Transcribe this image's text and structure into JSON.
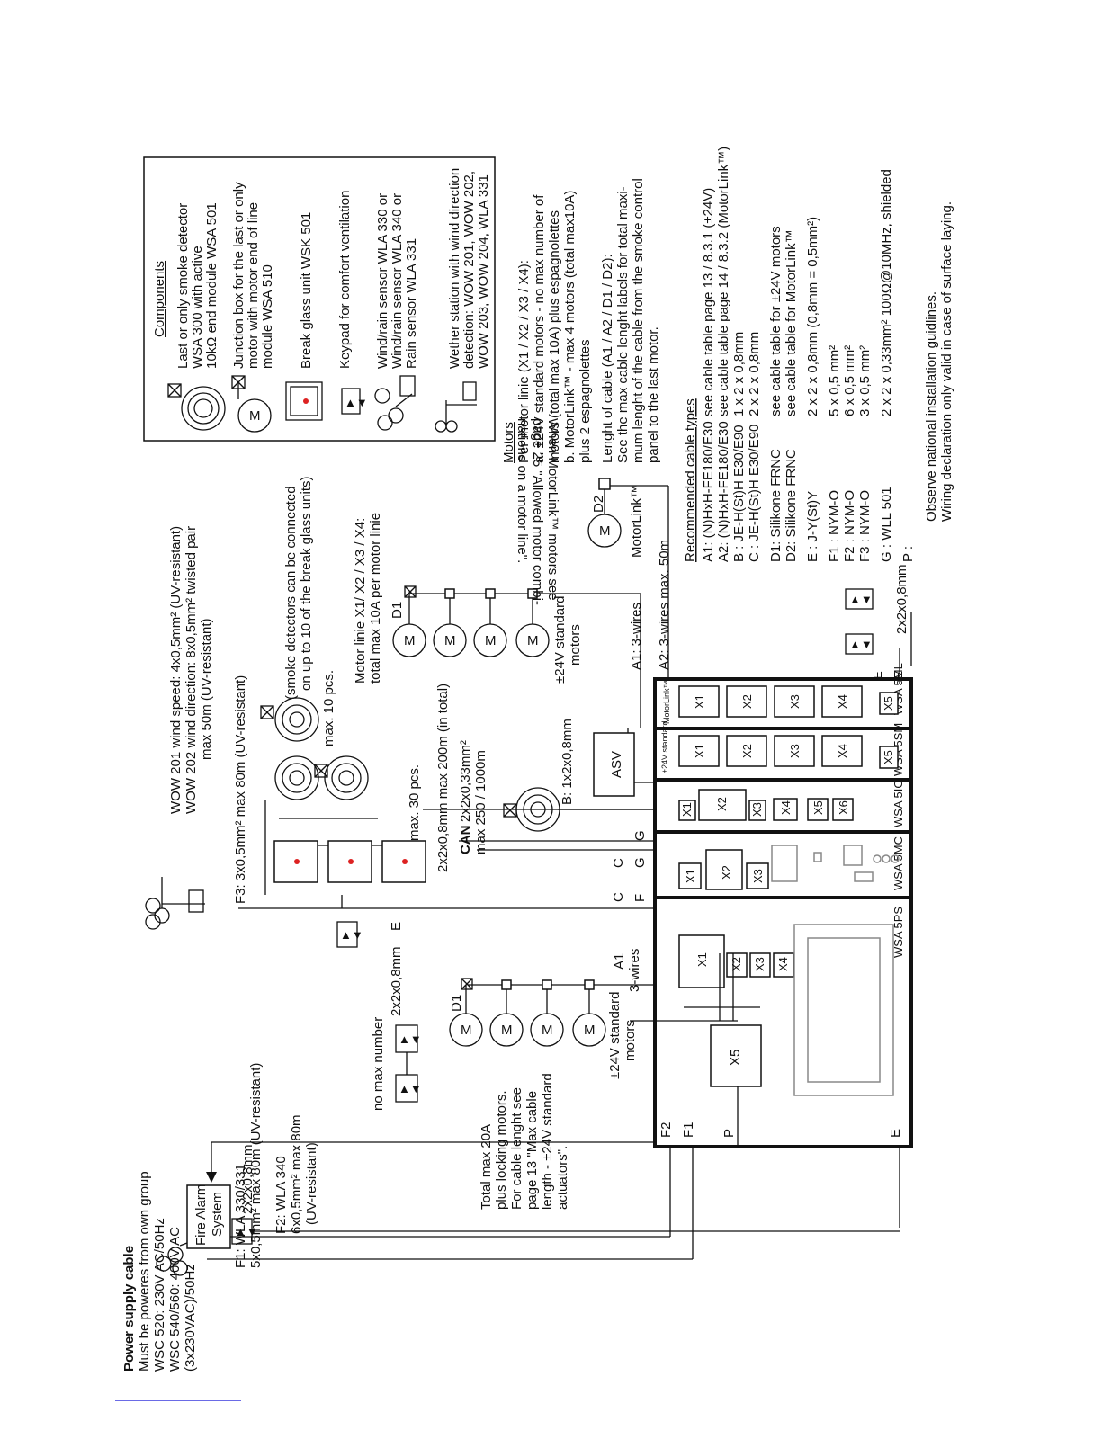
{
  "components": {
    "title": "Components",
    "items": [
      {
        "lines": [
          "Last or only smoke detector",
          "WSA 300 with active",
          "10kΩ end module WSA 501"
        ]
      },
      {
        "lines": [
          "Junction box for the last or only",
          "motor with motor end of line",
          "module WSA 510"
        ]
      },
      {
        "lines": [
          "Break glass unit WSK 501"
        ]
      },
      {
        "lines": [
          "Keypad for comfort ventilation"
        ]
      },
      {
        "lines": [
          "Wind/rain sensor WLA 330 or",
          "Wind/rain sensor WLA 340 or",
          "Rain sensor WLA 331"
        ]
      },
      {
        "lines": [
          "Wether station with wind direction",
          "detection: WOW 201, WOW 202,",
          "WOW 203, WOW 204, WLA 331"
        ]
      }
    ]
  },
  "motors_note": [
    "Motors",
    "Per motor linie (X1 / X2 / X3 / X4):",
    "a. ±24V standard  motors - no max number of",
    "    motors (total max 10A) plus espagnolettes",
    "b. MotorLink™ - max 4 motors (total max10A)",
    "    plus 2 espagnolettes",
    "Lenght of cable (A1 / A2 / D1 / D2):",
    "See the max cable lenght labels for total maxi-",
    "mum lenght of the cable from the smoke control",
    "panel to the last motor."
  ],
  "cable_types": {
    "title": "Recommended cable types",
    "rows": [
      {
        "code": "A1: (N)HxH-FE180/E30",
        "desc": "see cable table page 13 / 8.3.1 (±24V)"
      },
      {
        "code": "A2: (N)HxH-FE180/E30",
        "desc": "see cable table page 14 / 8.3.2 (MotorLink™)"
      },
      {
        "code": "B  : JE-H(St)H E30/E90",
        "desc": "1 x 2 x 0,8mm"
      },
      {
        "code": "C  : JE-H(St)H E30/E90",
        "desc": "2 x 2 x 0,8mm"
      },
      {
        "code": "D1: Silikone FRNC",
        "desc": "see cable table for ±24V motors"
      },
      {
        "code": "D2: Silikone FRNC",
        "desc": "see cable table for MotorLink™"
      },
      {
        "code": "E  : J-Y(St)Y",
        "desc": "2 x 2 x 0,8mm    (0,8mm = 0,5mm²)"
      },
      {
        "code": "F1 : NYM-O",
        "desc": "5 x 0,5 mm²"
      },
      {
        "code": "F2 : NYM-O",
        "desc": "6 x 0,5 mm²"
      },
      {
        "code": "F3 : NYM-O",
        "desc": "3 x 0,5 mm²"
      },
      {
        "code": "G  : WLL 501",
        "desc": "2 x 2 x 0,33mm² 100Ω@10MHz, shielded"
      },
      {
        "code": "P  :",
        "desc": ""
      }
    ],
    "footnote": [
      "Observe national installation guidlines.",
      "Wiring declaration only valid in case of surface laying."
    ]
  },
  "modules": [
    {
      "name": "WSA 5PS",
      "terminals": [
        "X1",
        "X2",
        "X3",
        "X4",
        "X5"
      ]
    },
    {
      "name": "WSA 5MC",
      "terminals": [
        "X1",
        "X2",
        "X3"
      ]
    },
    {
      "name": "WSA 5IO",
      "terminals": [
        "X1",
        "X2",
        "X3",
        "X4",
        "X5",
        "X6"
      ]
    },
    {
      "name": "WSA 5SM",
      "badge": "±24V standard",
      "terminals": [
        "X1",
        "X2",
        "X3",
        "X4",
        "X5"
      ]
    },
    {
      "name": "WSA 5ML",
      "badge": "MotorLink™",
      "terminals": [
        "X1",
        "X2",
        "X3",
        "X4",
        "X5"
      ]
    }
  ],
  "labels": {
    "wow201": "WOW 201 wind speed: 4x0,5mm² (UV-resistant)",
    "wow202a": "WOW 202 wind direction: 8x0,5mm² twisted pair",
    "wow202b": "max 50m (UV-resistant)",
    "f3": "F3: 3x0,5mm² max 80m (UV-resistant)",
    "smoke_a": "(smoke detectors can be connected",
    "smoke_b": "on up to 10 of the  break glass units)",
    "max10": "max. 10 pcs.",
    "max30": "max. 30 pcs.",
    "e_max200": "2x2x0,8mm max 200m (in total)",
    "can_bold": "CAN",
    "can_a": " 2x2x0,33mm²",
    "can_b": "max 250 / 1000m",
    "b_cable": "B: 1x2x0,8mm",
    "asv": "ASV",
    "motor_linie_a": "Motor linie X1/ X2 / X3 / X4:",
    "motor_linie_b": "total max 10A per motor linie",
    "motorlink_a": "When MotorLink™ motors see",
    "motorlink_b": "page 25 \"Allowed motor combi-",
    "motorlink_c": "nations on a motor line\".",
    "std_motors_top_a": "±24V standard",
    "std_motors_top_b": "motors",
    "a1_top": "A1: 3-wires",
    "a2_top": "A2: 3-wires  max. 50m",
    "motorlink_label": "MotorLink™",
    "e_right": "2x2x0,8mm",
    "no_max": "no max number",
    "e_mid": "2x2x0,8mm",
    "a1_bot_a": "A1",
    "a1_bot_b": "3-wires",
    "std_motors_bot_a": "±24V standard",
    "std_motors_bot_b": "motors",
    "total_max": [
      "Total max 20A",
      "plus locking motors.",
      "For cable lenght see",
      "page 13 \"Max cable",
      "length - ±24V standard",
      "actuators\"."
    ],
    "f1_sensor": "F1: WLA 330/331",
    "f1_sensor_b": "5x0,5mm² max 80m (UV-resistant)",
    "f2_sensor_a": "F2: WLA 340",
    "f2_sensor_b": "6x0,5mm² max 80m",
    "f2_sensor_c": "(UV-resistant)",
    "power_title": "Power supply cable",
    "power_lines": [
      "Must be poweres from own group",
      "WSC 520: 230V AC/50Hz",
      "WSC 540/560: 400V AC",
      "      (3x230VAC)/50Hz"
    ],
    "fire_alarm_a": "Fire Alarm",
    "fire_alarm_b": "System",
    "e_bottom": "2x2x0,8mm",
    "tag_F2": "F2",
    "tag_F1": "F1",
    "tag_P": "P",
    "tag_E": "E",
    "tag_C": "C",
    "tag_F": "F",
    "tag_G": "G",
    "tag_D1": "D1",
    "tag_D2": "D2",
    "tag_M": "M"
  },
  "colors": {
    "ink": "#111111",
    "panel_grey": "#888888",
    "footer_rule": "#6a6ae6"
  }
}
